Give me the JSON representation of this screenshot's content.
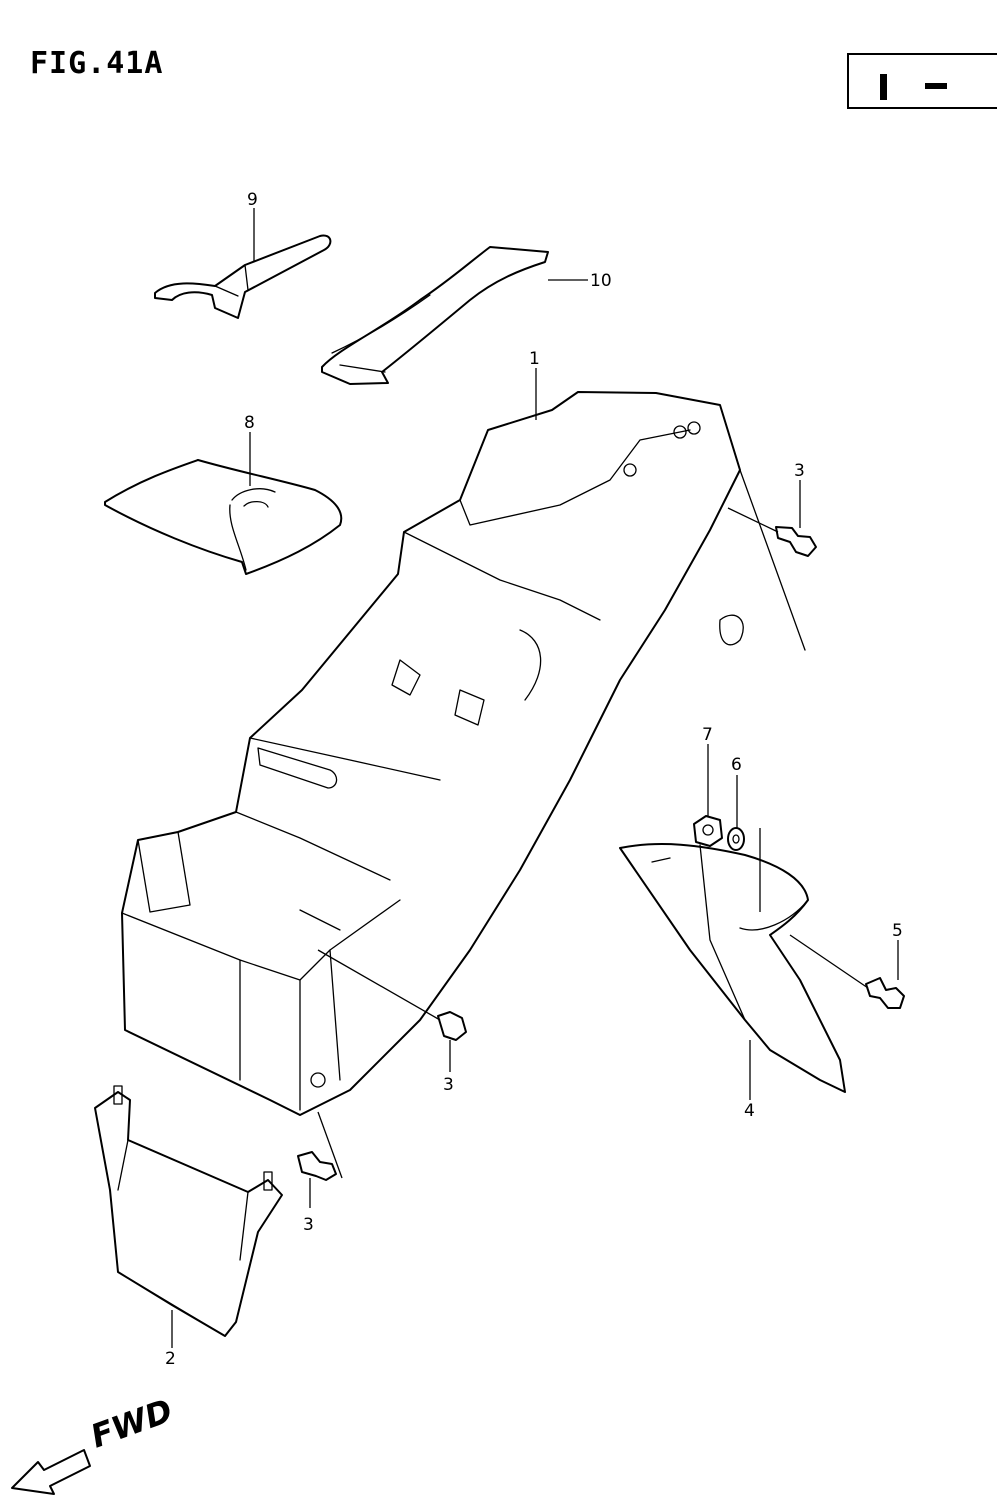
{
  "figure": {
    "title": "FIG.41A",
    "badge": "I -"
  },
  "callouts": {
    "p1": "1",
    "p2": "2",
    "p3a": "3",
    "p3b": "3",
    "p3c": "3",
    "p4": "4",
    "p5": "5",
    "p6": "6",
    "p7": "7",
    "p8": "8",
    "p9": "9",
    "p10": "10"
  },
  "direction": {
    "label": "FWD"
  }
}
